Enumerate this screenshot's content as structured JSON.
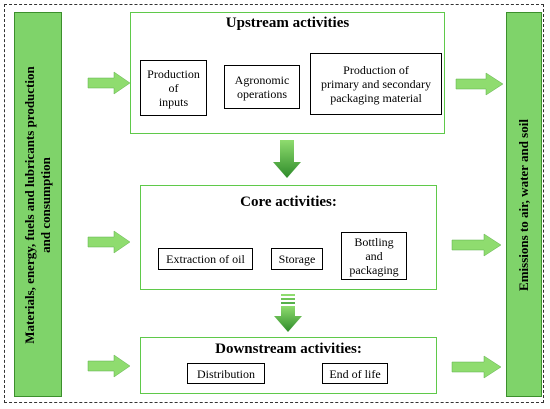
{
  "left_bar": {
    "label_line1": "Materials, energy, fuels and lubricants production",
    "label_line2": "and consumption"
  },
  "right_bar": {
    "label": "Emissions to air, water and soil"
  },
  "upstream": {
    "title": "Upstream activities",
    "items": [
      {
        "line1": "Production",
        "line2": "of",
        "line3": "inputs"
      },
      {
        "line1": "Agronomic",
        "line2": "operations"
      },
      {
        "line1": "Production of",
        "line2": "primary and secondary",
        "line3": "packaging material"
      }
    ]
  },
  "core": {
    "title": "Core activities:",
    "items": [
      {
        "line1": "Extraction of oil"
      },
      {
        "line1": "Storage"
      },
      {
        "line1": "Bottling",
        "line2": "and",
        "line3": "packaging"
      }
    ]
  },
  "downstream": {
    "title": "Downstream activities:",
    "items": [
      {
        "line1": "Distribution"
      },
      {
        "line1": "End of life"
      }
    ]
  },
  "colors": {
    "bar_fill": "#7fd36a",
    "arrow_fill": "#8fdc6f",
    "arrow_dark": "#2e8b2a",
    "stage_border": "#5fc94a"
  }
}
